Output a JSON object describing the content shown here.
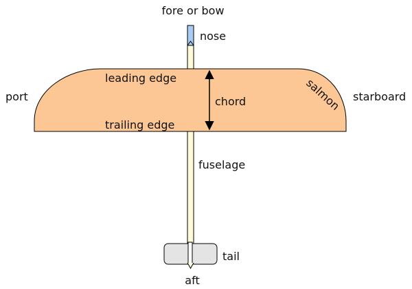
{
  "labels": {
    "fore": "fore or bow",
    "nose": "nose",
    "port": "port",
    "starboard": "starboard",
    "leading_edge": "leading edge",
    "trailing_edge": "trailing edge",
    "chord": "chord",
    "wingtip": "salmon",
    "fuselage": "fuselage",
    "tail": "tail",
    "aft": "aft"
  },
  "colors": {
    "wing_fill": "#FCC794",
    "nose_fill": "#A9CCF3",
    "fuselage_fill": "#FFFBD8",
    "tail_fill": "#E4E4E4",
    "outline": "#000000"
  }
}
